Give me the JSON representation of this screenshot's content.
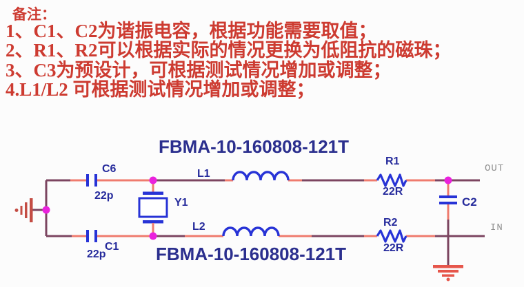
{
  "notes": {
    "title": "备注：",
    "lines": [
      "1、C1、C2为谐振电容，根据功能需要取值；",
      "2、R1、R2可以根据实际的情况更换为低阻抗的磁珠；",
      "3、C3为预设计，可根据测试情况增加或调整；",
      "4.L1/L2 可根据测试情况增加或调整；"
    ],
    "text_color": "#cd3b31"
  },
  "schematic": {
    "ferrite_bead_part_top": "FBMA-10-160808-121T",
    "ferrite_bead_part_bottom": "FBMA-10-160808-121T",
    "components": {
      "c6": {
        "ref": "C6",
        "value": "22p"
      },
      "c1": {
        "ref": "C1",
        "value": "22p"
      },
      "l1": {
        "ref": "L1"
      },
      "l2": {
        "ref": "L2"
      },
      "y1": {
        "ref": "Y1"
      },
      "r1": {
        "ref": "R1",
        "value": "22R"
      },
      "r2": {
        "ref": "R2",
        "value": "22R"
      },
      "c2": {
        "ref": "C2"
      }
    },
    "ports": {
      "out": "OUT",
      "in": "IN"
    },
    "colors": {
      "wire": "#7c4560",
      "pin_segment": "#ef7b6e",
      "component_shape": "#2733d6",
      "component_label": "#262b9c",
      "part_label": "#2b2f8e",
      "junction_dot": "#ea22dd",
      "ground_left": "#c44d44",
      "ground_right": "#e6564b",
      "port_text": "#8f8f8f"
    }
  }
}
